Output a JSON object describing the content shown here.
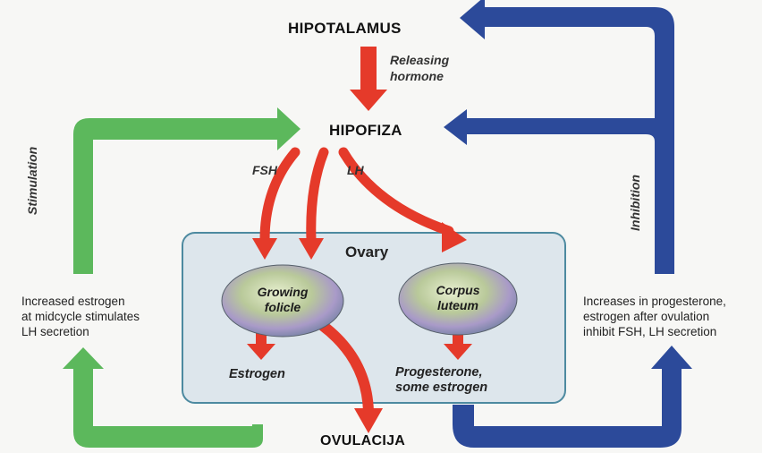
{
  "diagram": {
    "hypothalamus": "HIPOTALAMUS",
    "releasing_hormone": [
      "Releasing",
      "hormone"
    ],
    "pituitary": "HIPOFIZA",
    "fsh": "FSH",
    "lh": "LH",
    "ovary": "Ovary",
    "growing_follicle": [
      "Growing",
      "folicle"
    ],
    "corpus_luteum": [
      "Corpus",
      "luteum"
    ],
    "estrogen": "Estrogen",
    "progesterone": [
      "Progesterone,",
      "some estrogen"
    ],
    "ovulation": "OVULACIJA",
    "stimulation": "Stimulation",
    "inhibition": "Inhibition",
    "left_note": [
      "Increased estrogen",
      "at midcycle stimulates",
      "LH secretion"
    ],
    "right_note": [
      "Increases in progesterone,",
      "estrogen after ovulation",
      "inhibit FSH, LH secretion"
    ]
  },
  "colors": {
    "green": "#5cb85c",
    "blue": "#2c4a9a",
    "red": "#e53a2a",
    "ovary_fill": "#dde6ec",
    "ovary_border": "#4d8aa0"
  }
}
